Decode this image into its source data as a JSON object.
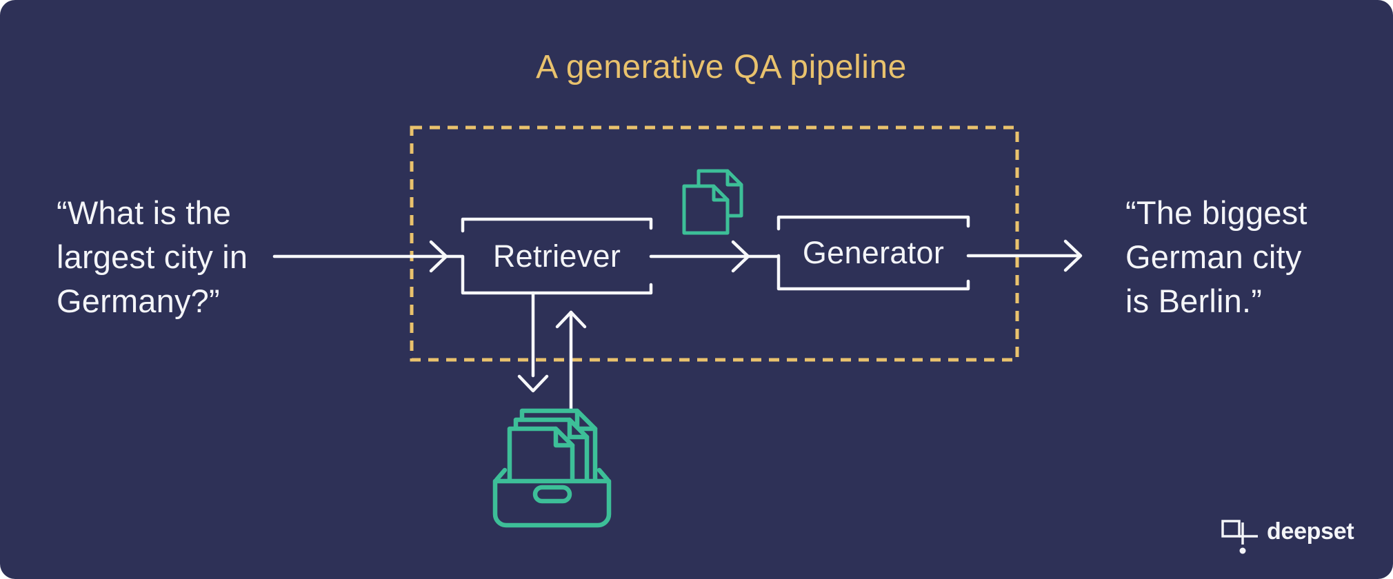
{
  "title": {
    "text": "A generative QA pipeline"
  },
  "input_quote": {
    "lines": [
      "“What is the",
      "largest city in",
      "Germany?”"
    ]
  },
  "output_quote": {
    "lines": [
      "“The biggest",
      "German city",
      "is Berlin.”"
    ]
  },
  "pipeline": {
    "nodes": [
      {
        "label": "Retriever"
      },
      {
        "label": "Generator"
      }
    ]
  },
  "icons": {
    "documents": "documents-icon",
    "document_store": "document-store-drawer-icon",
    "logo_mark": "deepset-logo-icon"
  },
  "brand": {
    "name": "deepset"
  },
  "colors": {
    "background": "#2e3157",
    "accent_gold": "#e9c26d",
    "text_white": "#f4f5f8",
    "line_white": "#f7f8fa",
    "teal": "#3dbf98"
  }
}
